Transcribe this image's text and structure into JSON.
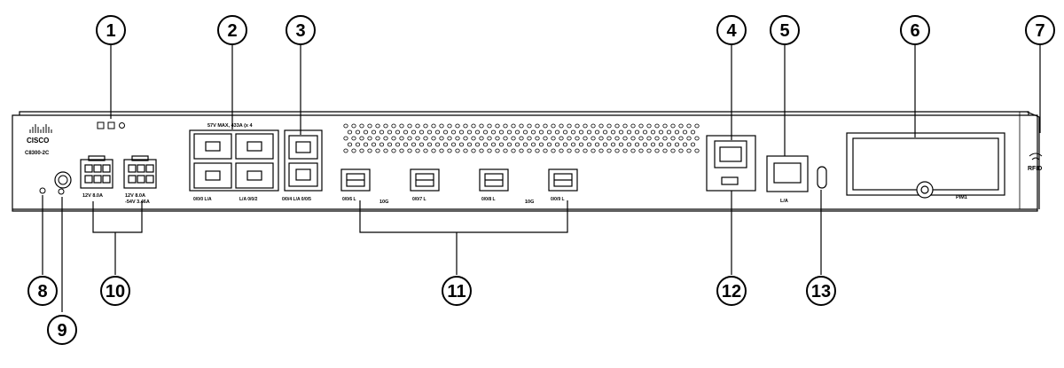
{
  "device": {
    "brand": "CISCO",
    "model": "C8300-2C",
    "poe_label": "57V MAX, 433A (x 4",
    "psu_a_label": "12V 8.0A",
    "psu_b_label": "12V 8.0A",
    "psu_b_sub": "-54V 3.46A",
    "port_labels": {
      "rj45_a": "0/0/0 L/A",
      "rj45_b": "L/A 0/0/2",
      "rj45_c": "0/0/4 L/A 0/0/5",
      "sfp_a": "0/0/6 L",
      "sfp_b": "0/0/7 L",
      "sfp_c": "0/0/8 L",
      "sfp_d": "0/0/9 L",
      "mgmt": "L/A",
      "pim": "PIM1",
      "rfid": "RFID",
      "speed_a": "10G",
      "speed_b": "10G"
    }
  },
  "callouts": [
    {
      "id": "1"
    },
    {
      "id": "2"
    },
    {
      "id": "3"
    },
    {
      "id": "4"
    },
    {
      "id": "5"
    },
    {
      "id": "6"
    },
    {
      "id": "7"
    },
    {
      "id": "8"
    },
    {
      "id": "9"
    },
    {
      "id": "10"
    },
    {
      "id": "11"
    },
    {
      "id": "12"
    },
    {
      "id": "13"
    }
  ],
  "colors": {
    "line": "#000000",
    "chassis": "#f4f4f4",
    "port": "#ffffff"
  }
}
